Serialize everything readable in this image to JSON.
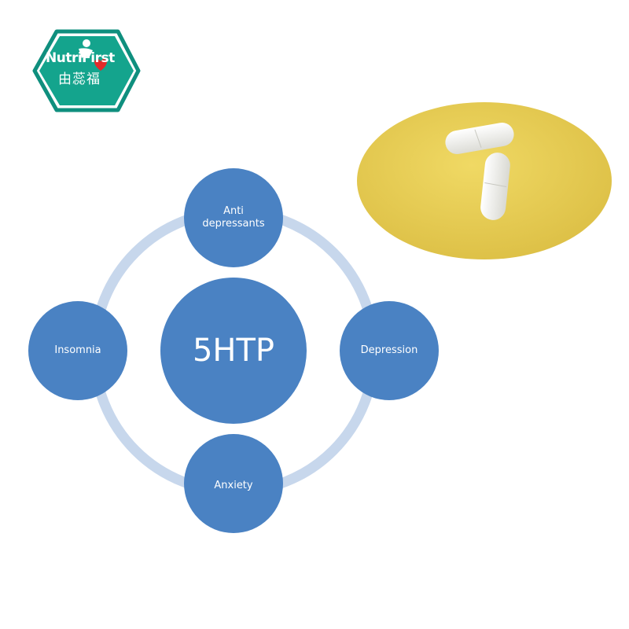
{
  "logo": {
    "brand": "NutriFirst",
    "chinese": "由蕊福",
    "colors": {
      "badge": "#0f8f7e",
      "inner": "#14a48d",
      "accent": "#e32a2a"
    }
  },
  "diagram": {
    "center": {
      "label": "5HTP"
    },
    "nodes": [
      {
        "id": "top",
        "label": "Anti\ndepressants"
      },
      {
        "id": "right",
        "label": "Depression"
      },
      {
        "id": "bottom",
        "label": "Anxiety"
      },
      {
        "id": "left",
        "label": "Insomnia"
      }
    ],
    "colors": {
      "node": "#4a82c3",
      "ring": "#c7d7ec",
      "text": "#ffffff"
    }
  },
  "photo": {
    "subject": "two white capsules on yellow background",
    "colors": {
      "background": "#e8cf55",
      "capsule": "#f7f7f4"
    }
  }
}
